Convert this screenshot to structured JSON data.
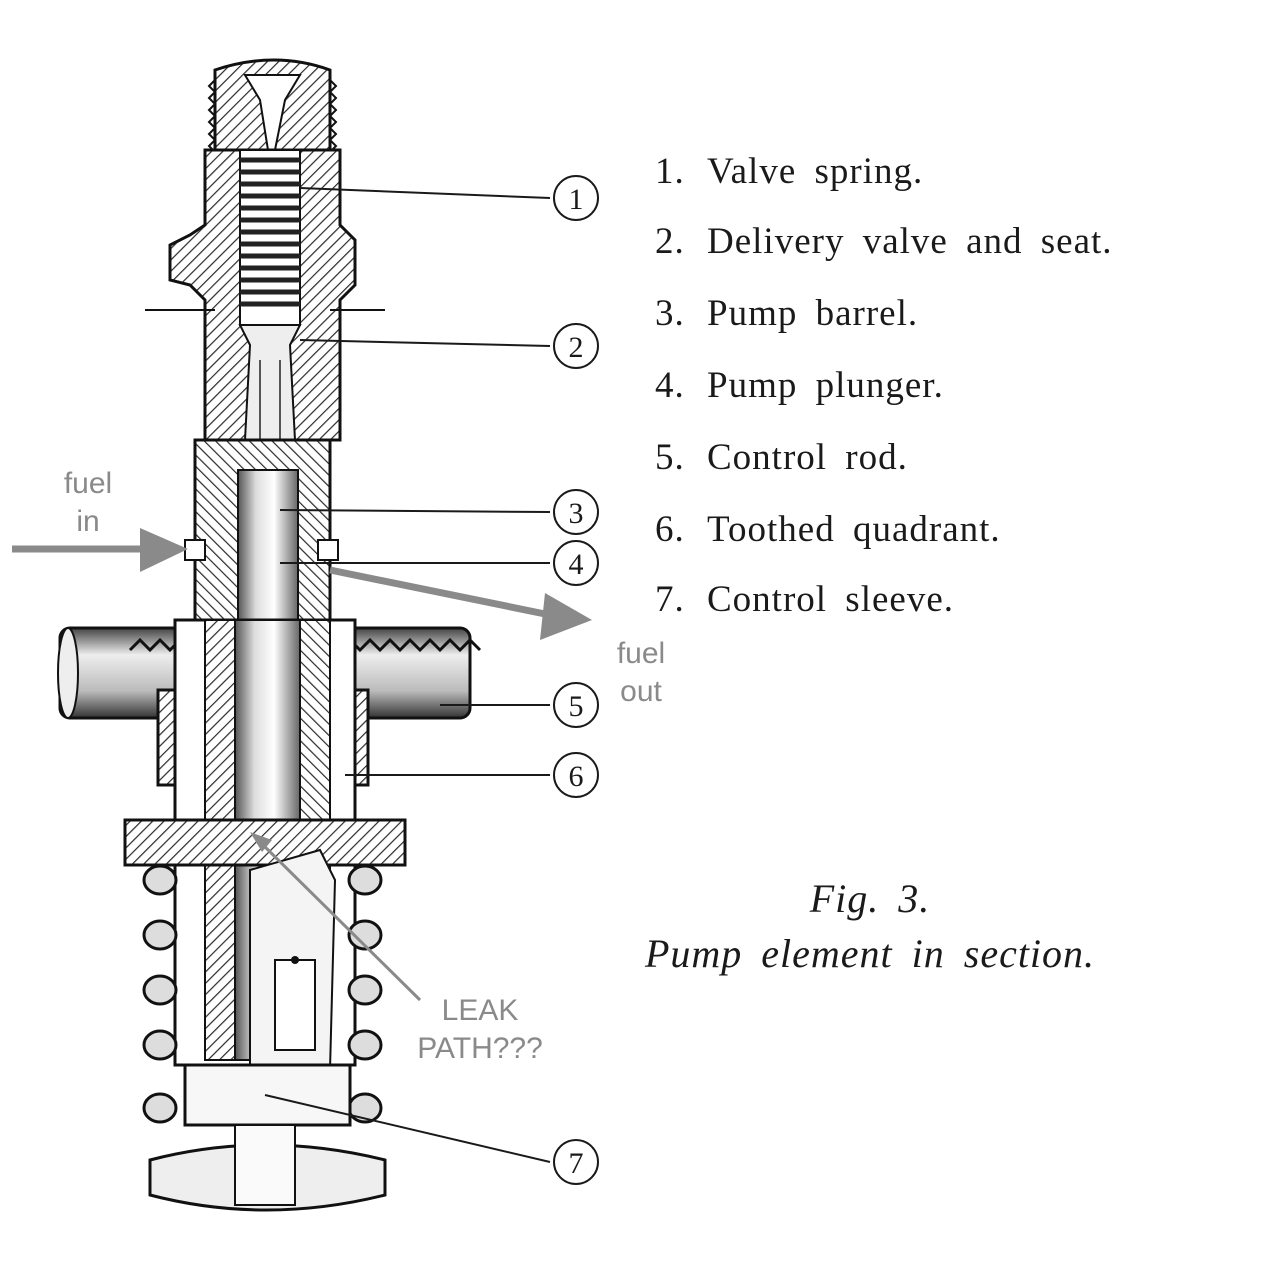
{
  "figure": {
    "number_label": "Fig. 3.",
    "title": "Pump element in section."
  },
  "legend": [
    {
      "number": "1.",
      "label": "Valve spring."
    },
    {
      "number": "2.",
      "label": "Delivery valve and seat."
    },
    {
      "number": "3.",
      "label": "Pump barrel."
    },
    {
      "number": "4.",
      "label": "Pump plunger."
    },
    {
      "number": "5.",
      "label": "Control rod."
    },
    {
      "number": "6.",
      "label": "Toothed quadrant."
    },
    {
      "number": "7.",
      "label": "Control sleeve."
    }
  ],
  "callouts": [
    "1",
    "2",
    "3",
    "4",
    "5",
    "6",
    "7"
  ],
  "annotations": {
    "fuel_in": [
      "fuel",
      "in"
    ],
    "fuel_out": [
      "fuel",
      "out"
    ],
    "leak_path": [
      "LEAK",
      "PATH???"
    ]
  },
  "colors": {
    "ink": "#1a1a1a",
    "annotation_gray": "#8a8a8a",
    "background": "#ffffff"
  }
}
